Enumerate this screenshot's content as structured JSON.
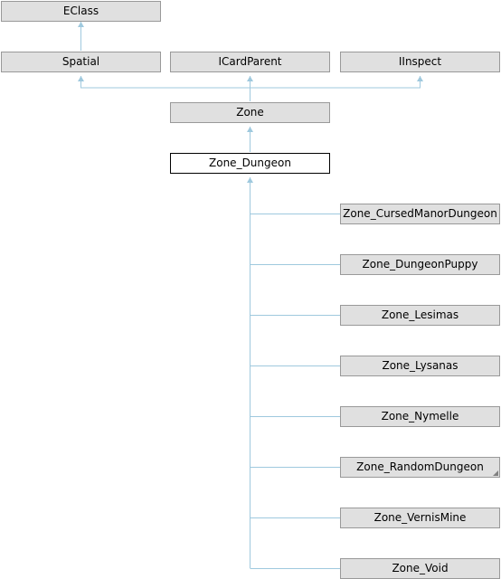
{
  "colors": {
    "edge": "#9fc9de",
    "node_fill": "#e0e0e0",
    "node_border": "#999999",
    "current_fill": "#ffffff",
    "current_border": "#000000"
  },
  "nodes": {
    "eclass": "EClass",
    "spatial": "Spatial",
    "icardparent": "ICardParent",
    "iinspect": "IInspect",
    "zone": "Zone",
    "zone_dungeon": "Zone_Dungeon",
    "cursed_manor": "Zone_CursedManorDungeon",
    "dungeon_puppy": "Zone_DungeonPuppy",
    "lesimas": "Zone_Lesimas",
    "lysanas": "Zone_Lysanas",
    "nymelle": "Zone_Nymelle",
    "random_dungeon": "Zone_RandomDungeon",
    "vernis_mine": "Zone_VernisMine",
    "void": "Zone_Void"
  }
}
